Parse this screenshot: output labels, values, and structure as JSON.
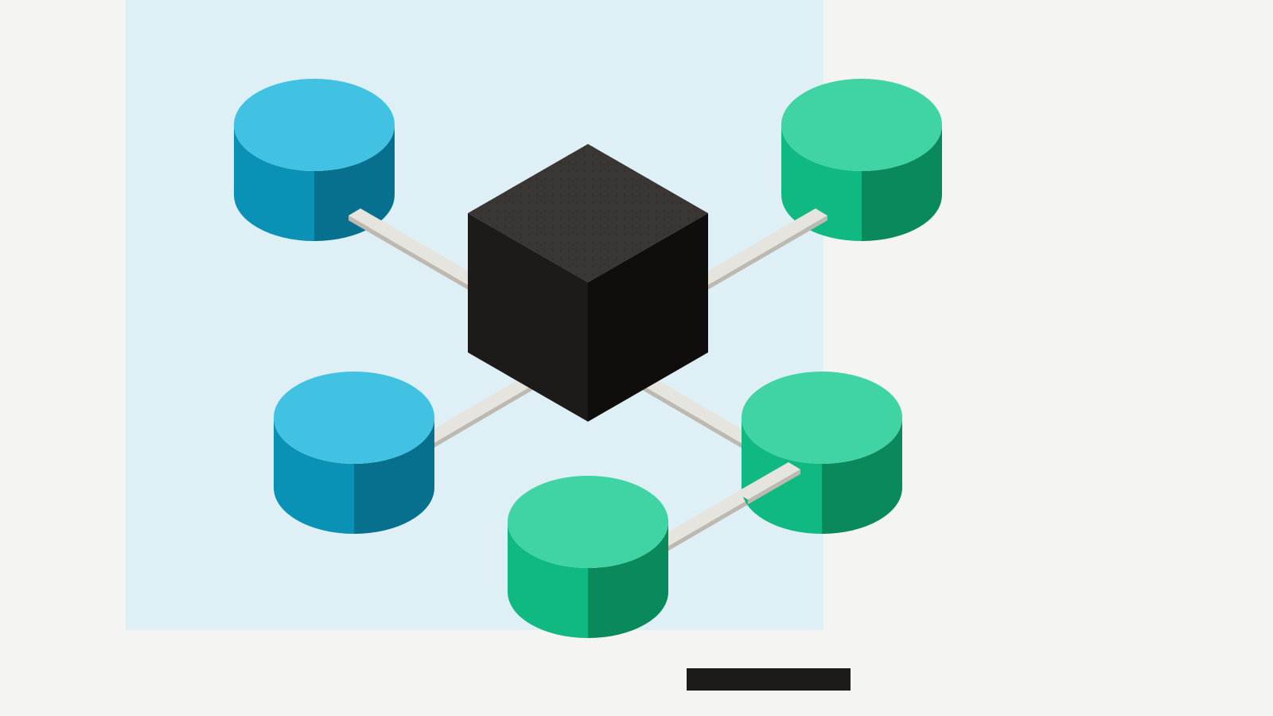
{
  "colors": {
    "page_background": "#f4f4f2",
    "panel": "#deeff5",
    "blue_top": "#42c2e2",
    "blue_left": "#0991b6",
    "blue_right": "#06708e",
    "green_top": "#40d3a3",
    "green_left": "#10b981",
    "green_right": "#0a8a5c",
    "cube_top": "#393633",
    "cube_left": "#1c1b19",
    "cube_right": "#0f0e0c",
    "connector_top": "#e6e4df",
    "connector_side": "#bdb8b0",
    "footer_bar": "#1c1b19"
  },
  "diagram": {
    "hub": {
      "name": "central-cube"
    },
    "nodes": [
      {
        "name": "node-top-left",
        "color": "blue"
      },
      {
        "name": "node-top-right",
        "color": "green"
      },
      {
        "name": "node-middle-left",
        "color": "blue"
      },
      {
        "name": "node-middle-right",
        "color": "green"
      },
      {
        "name": "node-bottom-center",
        "color": "green"
      }
    ],
    "connections": [
      {
        "from": "central-cube",
        "to": "node-top-left"
      },
      {
        "from": "central-cube",
        "to": "node-top-right"
      },
      {
        "from": "central-cube",
        "to": "node-middle-left"
      },
      {
        "from": "central-cube",
        "to": "node-middle-right"
      },
      {
        "from": "node-middle-right",
        "to": "node-bottom-center"
      }
    ]
  }
}
